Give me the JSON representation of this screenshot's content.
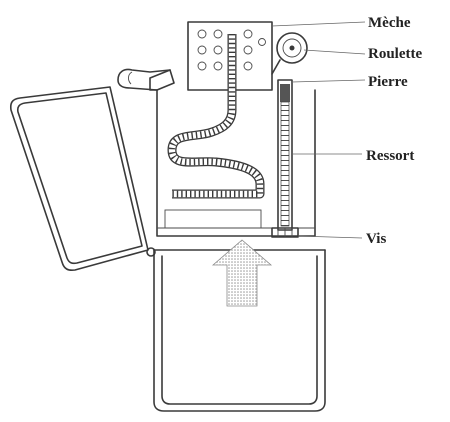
{
  "labels": {
    "wick": "Mèche",
    "wheel": "Roulette",
    "flint": "Pierre",
    "spring": "Ressort",
    "screw": "Vis"
  },
  "colors": {
    "ink": "#3a3a3a",
    "label": "#222222",
    "arrow_shade": "#b5b5b5"
  }
}
